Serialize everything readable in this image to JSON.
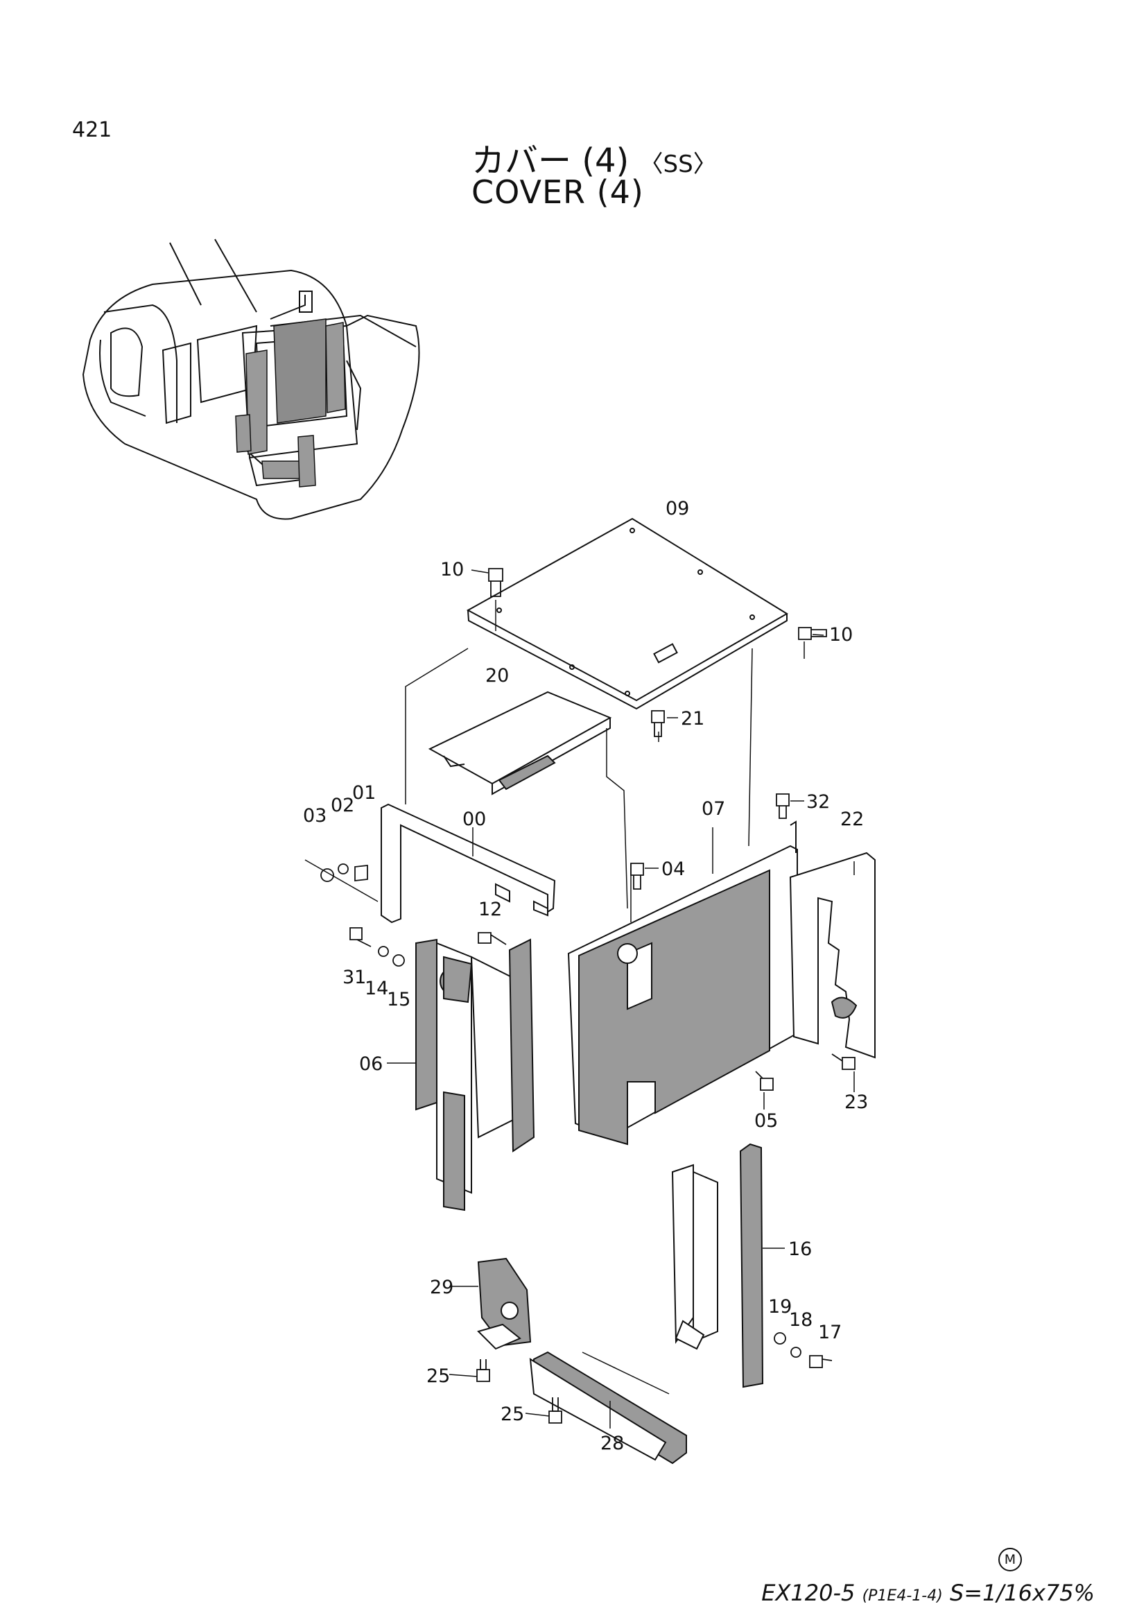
{
  "page_number": "421",
  "title_jp": "カバー (4)",
  "title_jp_suffix": "〈SS〉",
  "title_en": "COVER (4)",
  "footer": {
    "mark": "M",
    "model": "EX120-5",
    "code": "(P1E4-1-4)",
    "scale": "S=1/16x75%"
  },
  "part_labels": {
    "p00": "00",
    "p01": "01",
    "p02": "02",
    "p03": "03",
    "p04": "04",
    "p05": "05",
    "p06": "06",
    "p07": "07",
    "p09": "09",
    "p10a": "10",
    "p10b": "10",
    "p12": "12",
    "p14": "14",
    "p15": "15",
    "p16": "16",
    "p17": "17",
    "p18": "18",
    "p19": "19",
    "p20": "20",
    "p21": "21",
    "p22": "22",
    "p23": "23",
    "p25a": "25",
    "p25b": "25",
    "p28": "28",
    "p29": "29",
    "p31": "31",
    "p32": "32"
  },
  "colors": {
    "line": "#111111",
    "shade": "#9a9a9a"
  }
}
